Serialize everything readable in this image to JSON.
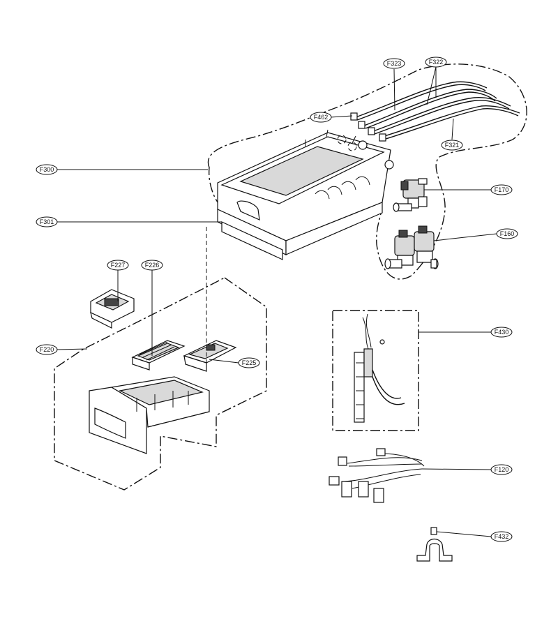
{
  "labels": {
    "f323": "F323",
    "f322": "F322",
    "f462": "F462",
    "f321": "F321",
    "f300": "F300",
    "f170": "F170",
    "f160": "F160",
    "f301": "F301",
    "f227": "F227",
    "f226": "F226",
    "f220": "F220",
    "f225": "F225",
    "f430": "F430",
    "f120": "F120",
    "f432": "F432"
  },
  "icons": {
    "dispenser_housing": "dispenser-housing",
    "inlet_valve_single": "inlet-valve-single",
    "inlet_valve_double": "inlet-valve-double",
    "drawer": "detergent-drawer",
    "siphon_cap": "siphon-cap",
    "hose_assembly": "hose-assembly",
    "wire_harness": "wire-harness",
    "clamp": "clamp"
  }
}
